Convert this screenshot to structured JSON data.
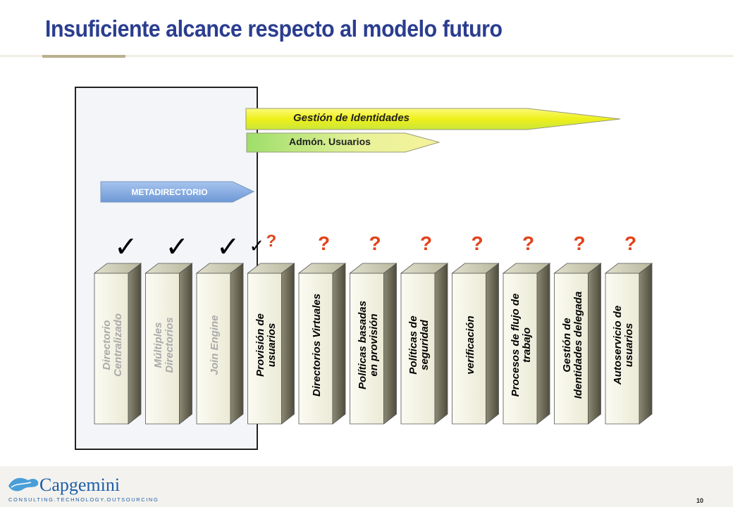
{
  "title": "Insuficiente alcance respecto al modelo futuro",
  "arrows": {
    "gestion": "Gestión de Identidades",
    "admon": "Admón. Usuarios",
    "meta": "METADIRECTORIO"
  },
  "columns": [
    {
      "label_line1": "Directorio",
      "label_line2": "Centralizado",
      "status": "check"
    },
    {
      "label_line1": "Múltiples",
      "label_line2": "Directorios",
      "status": "check"
    },
    {
      "label_line1": "Join Engine",
      "label_line2": "",
      "status": "check"
    },
    {
      "label_line1": "Provisión de",
      "label_line2": "usuarios",
      "status": "check-question"
    },
    {
      "label_line1": "Directorios Virtuales",
      "label_line2": "",
      "status": "question"
    },
    {
      "label_line1": "Políticas basadas",
      "label_line2": "en provisión",
      "status": "question"
    },
    {
      "label_line1": "Políticas  de",
      "label_line2": "seguridad",
      "status": "question"
    },
    {
      "label_line1": "verificación",
      "label_line2": "",
      "status": "question"
    },
    {
      "label_line1": "Procesos de flujo de",
      "label_line2": "trabajo",
      "status": "question"
    },
    {
      "label_line1": "Gestión de",
      "label_line2": "Identidades delegada",
      "status": "question"
    },
    {
      "label_line1": "Autoservicio de",
      "label_line2": "usuarios",
      "status": "question"
    }
  ],
  "marks": {
    "check": "✓",
    "question": "?"
  },
  "footer": {
    "brand": "Capgemini",
    "tagline": "CONSULTING.TECHNOLOGY.OUTSOURCING",
    "page_number": "10"
  },
  "colors": {
    "title": "#2a3d8f",
    "question": "#e2431b",
    "arrow_yellow": "#f3f22a",
    "arrow_green": "#c8eb8c",
    "meta_blue": "#7fa8e0"
  }
}
